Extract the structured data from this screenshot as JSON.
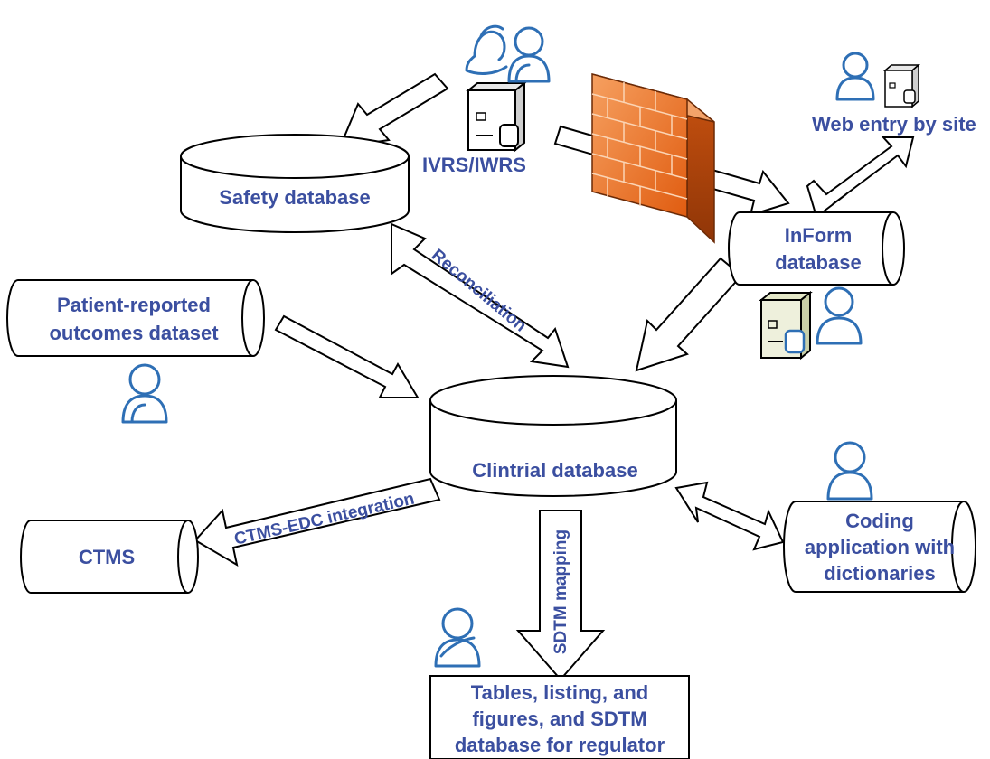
{
  "nodes": {
    "safety": "Safety database",
    "ivrs": "IVRS/IWRS",
    "web_entry": "Web entry by site",
    "inform_line1": "InForm",
    "inform_line2": "database",
    "pro_line1": "Patient-reported",
    "pro_line2": "outcomes dataset",
    "clintrial": "Clintrial database",
    "ctms": "CTMS",
    "coding_line1": "Coding",
    "coding_line2": "application with",
    "coding_line3": "dictionaries",
    "tables_line1": "Tables, listing, and",
    "tables_line2": "figures, and SDTM",
    "tables_line3": "database for regulator"
  },
  "edges": {
    "reconciliation": "Reconciliation",
    "ctms_edc": "CTMS-EDC integration",
    "sdtm_mapping": "SDTM mapping"
  },
  "colors": {
    "label": "#3b4fa0",
    "firewall": "#f07a2a",
    "person": "#2e6fb5"
  }
}
